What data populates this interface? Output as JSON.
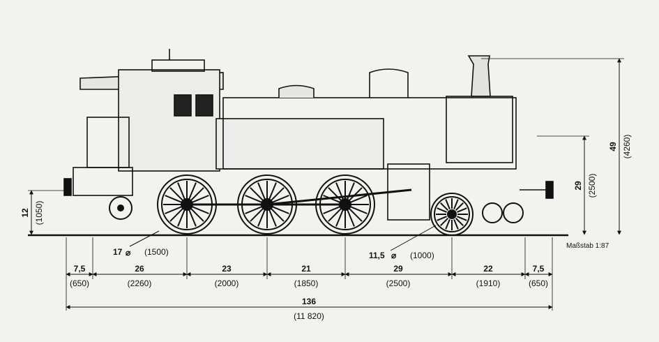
{
  "scale_label": "Maßstab 1:87",
  "bottom_dims": [
    {
      "value": "7,5",
      "mm": "(650)"
    },
    {
      "value": "26",
      "mm": "(2260)"
    },
    {
      "value": "23",
      "mm": "(2000)"
    },
    {
      "value": "21",
      "mm": "(1850)"
    },
    {
      "value": "29",
      "mm": "(2500)"
    },
    {
      "value": "22",
      "mm": "(1910)"
    },
    {
      "value": "7,5",
      "mm": "(650)"
    }
  ],
  "overall_length": {
    "value": "136",
    "mm": "(11 820)"
  },
  "left_height": {
    "value": "12",
    "mm": "(1050)"
  },
  "right_heights": [
    {
      "value": "29",
      "mm": "(2500)"
    },
    {
      "value": "49",
      "mm": "(4260)"
    }
  ],
  "wheel_labels": [
    {
      "value": "17",
      "mm": "(1500)"
    },
    {
      "value": "11,5",
      "mm": "(1000)"
    }
  ],
  "diameter_symbol": "⌀",
  "colors": {
    "ink": "#111111",
    "paper": "#f2f2ef"
  }
}
